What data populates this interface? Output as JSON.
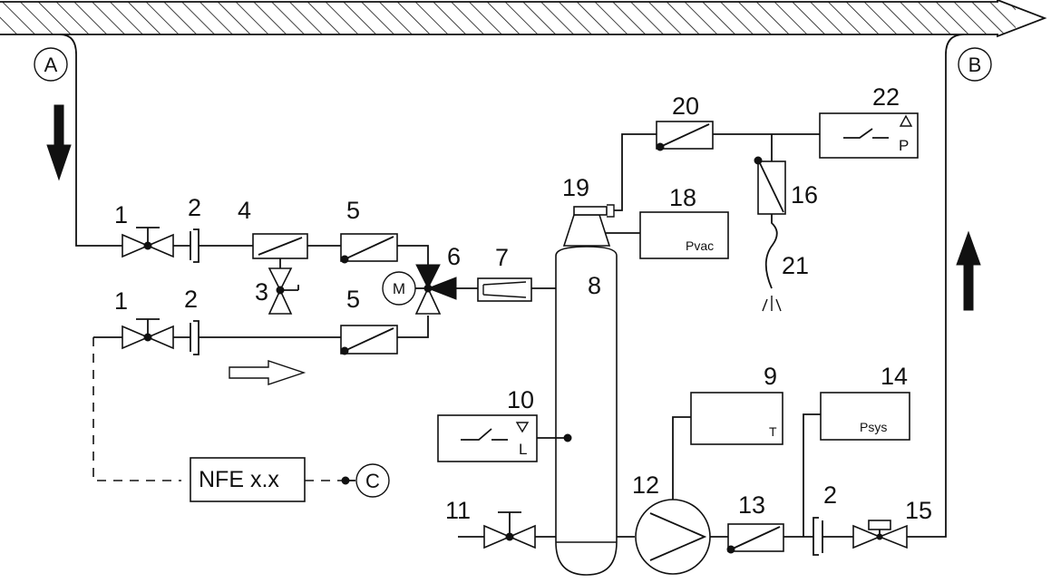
{
  "labels": {
    "A": "A",
    "B": "B",
    "C": "C",
    "n1a": "1",
    "n1b": "1",
    "n2a": "2",
    "n2b": "2",
    "n2c": "2",
    "n3": "3",
    "n4": "4",
    "n5a": "5",
    "n5b": "5",
    "n6": "6",
    "n7": "7",
    "n8": "8",
    "n9": "9",
    "n10": "10",
    "n11": "11",
    "n12": "12",
    "n13": "13",
    "n14": "14",
    "n15": "15",
    "n16": "16",
    "n18": "18",
    "n19": "19",
    "n20": "20",
    "n21": "21",
    "n22": "22"
  },
  "boxes": {
    "pvac": "Pvac",
    "temp": "T",
    "psys": "Psys",
    "level": "L",
    "pressure": "P",
    "nfe": "NFE x.x"
  },
  "motor": "M"
}
